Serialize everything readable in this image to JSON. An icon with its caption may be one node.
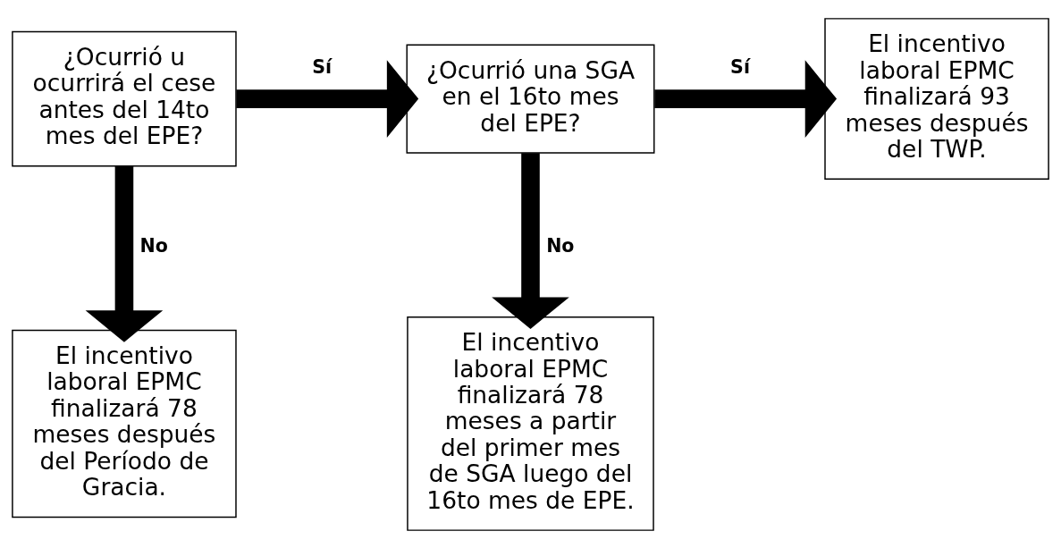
{
  "diagram": {
    "nodes": [
      {
        "text": [
          "¿Ocurrió u ocurrirá el cese antes del 14to mes del EPE?"
        ]
      },
      {
        "text": [
          "¿Ocurrió una SGA en el 16to mes del EPE?"
        ]
      },
      {
        "text": [
          "El incentivo laboral EPMC finalizará 93 meses después del TWP."
        ]
      },
      {
        "text": [
          "El incentivo laboral EPMC finalizará 78 meses después del Período de Gracia."
        ]
      },
      {
        "text": [
          "El incentivo laboral EPMC finalizará 78 meses a partir del primer mes de SGA luego del 16to mes de EPE."
        ]
      }
    ],
    "edges": [
      {
        "from": 0,
        "to": 1,
        "arrow": "to",
        "label": "Sí"
      },
      {
        "from": 1,
        "to": 2,
        "arrow": "to",
        "label": "Sí"
      },
      {
        "from": 0,
        "to": 3,
        "arrow": "to",
        "label": "No"
      },
      {
        "from": 1,
        "to": 4,
        "arrow": "to",
        "label": "No"
      }
    ]
  }
}
